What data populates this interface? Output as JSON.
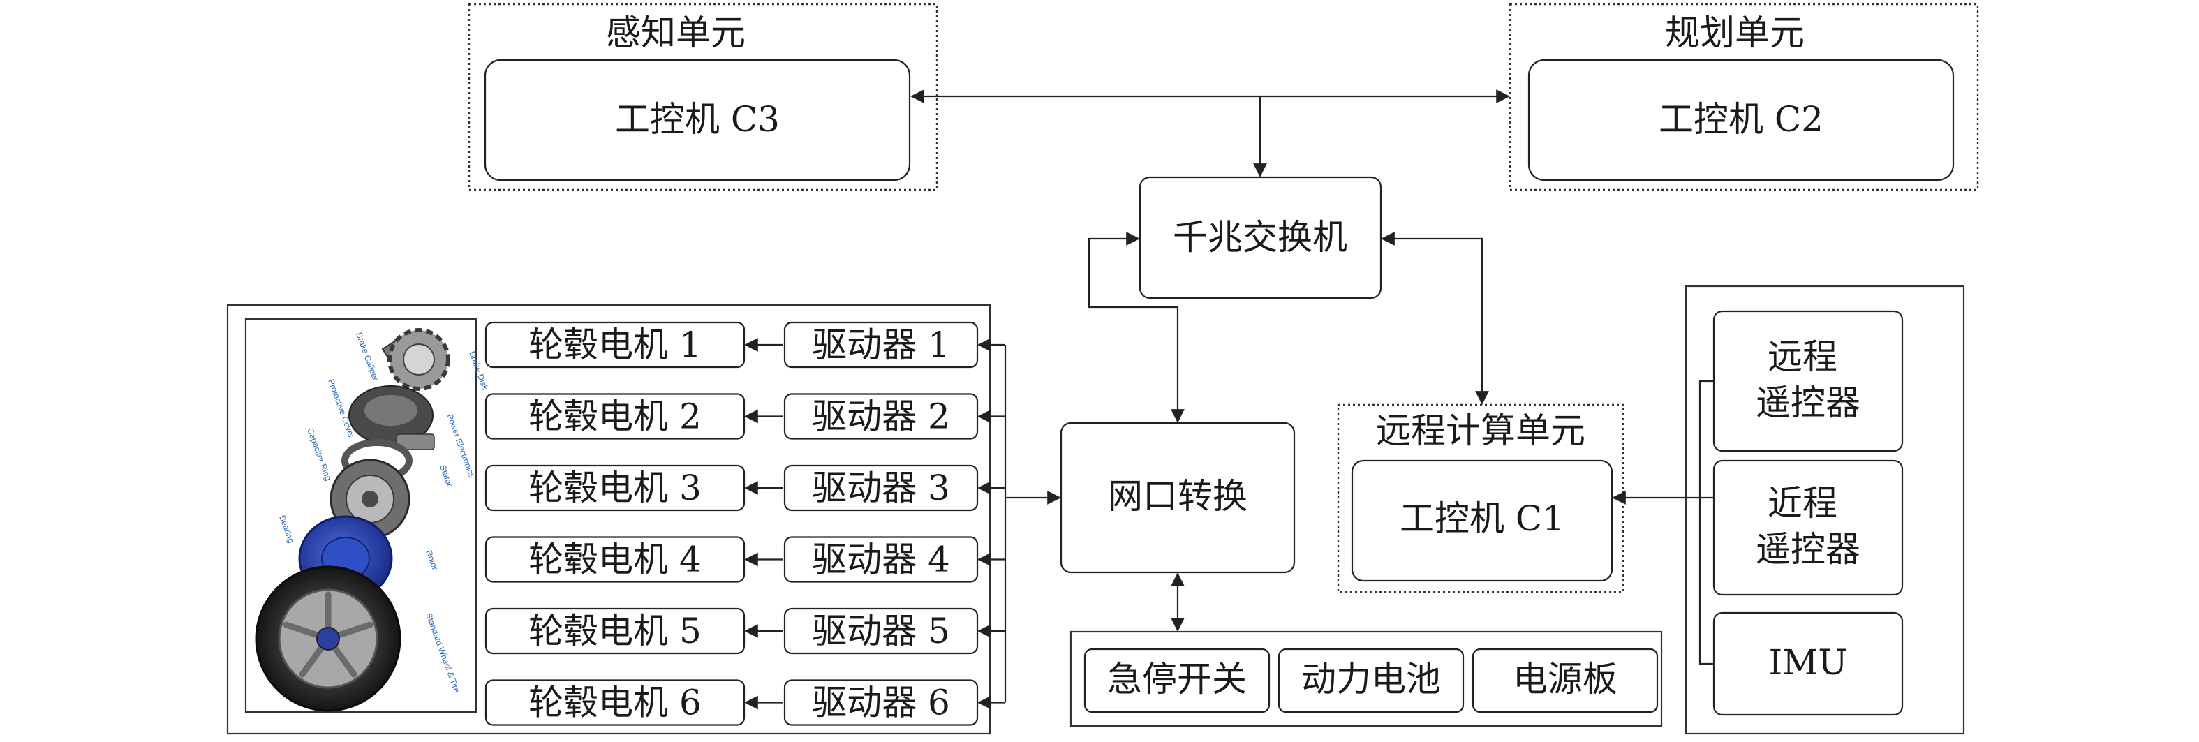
{
  "perception_unit": {
    "title": "感知单元",
    "computer": "工控机 C3"
  },
  "planning_unit": {
    "title": "规划单元",
    "computer": "工控机 C2"
  },
  "switch": "千兆交换机",
  "network_converter": "网口转换",
  "remote_compute_unit": {
    "title": "远程计算单元",
    "computer": "工控机 C1"
  },
  "hub_motors": [
    "轮毂电机 1",
    "轮毂电机 2",
    "轮毂电机 3",
    "轮毂电机 4",
    "轮毂电机 5",
    "轮毂电机 6"
  ],
  "drivers": [
    "驱动器 1",
    "驱动器 2",
    "驱动器 3",
    "驱动器 4",
    "驱动器 5",
    "驱动器 6"
  ],
  "controllers": [
    "远程\n遥控器",
    "近程\n遥控器",
    "IMU"
  ],
  "power_modules": [
    "急停开关",
    "动力电池",
    "电源板"
  ],
  "wheel_parts": [
    "Brake Caliper",
    "Brake Disk",
    "Protective Cover",
    "Power Electronics",
    "Capacitor Ring",
    "Stator",
    "Bearing",
    "Rotor",
    "Standard Wheel & Tire"
  ],
  "colors": {
    "rim": "#2341b5",
    "tire": "#1f1f1f",
    "label": "#2e6db4"
  }
}
